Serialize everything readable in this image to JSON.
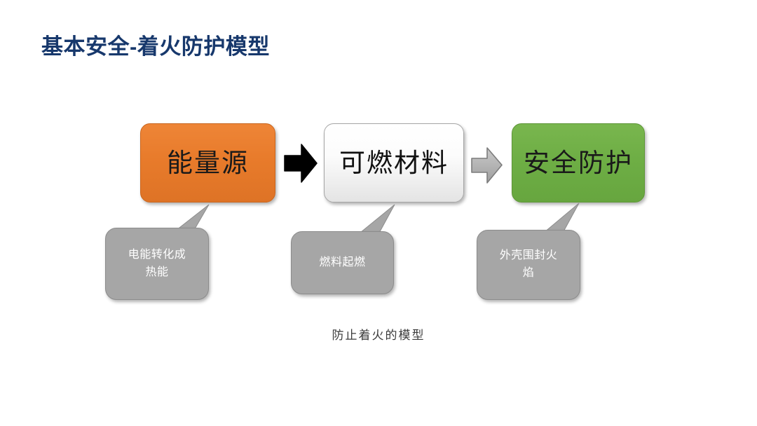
{
  "slide": {
    "title": "基本安全-着火防护模型",
    "title_color": "#17386C",
    "background_color": "#FFFFFF",
    "caption": "防止着火的模型"
  },
  "flow": {
    "boxes": [
      {
        "id": "energy",
        "label": "能量源",
        "fill_color": "#E87B2B",
        "text_color": "#1A1A1A"
      },
      {
        "id": "material",
        "label": "可燃材料",
        "fill_color": "#FFFFFF",
        "text_color": "#111111"
      },
      {
        "id": "protection",
        "label": "安全防护",
        "fill_color": "#6EAE45",
        "text_color": "#1A1A1A"
      }
    ],
    "arrows": [
      {
        "id": "arrow-1",
        "icon": "right-arrow-icon",
        "color": "#000000"
      },
      {
        "id": "arrow-2",
        "icon": "right-arrow-icon",
        "color": "#A6A6A6"
      }
    ]
  },
  "callouts": [
    {
      "id": "callout-1",
      "lines": [
        "电能转化成",
        "热能"
      ],
      "fill_color": "#A6A6A6",
      "text_color": "#FFFFFF"
    },
    {
      "id": "callout-2",
      "lines": [
        "燃料起燃"
      ],
      "fill_color": "#A6A6A6",
      "text_color": "#FFFFFF"
    },
    {
      "id": "callout-3",
      "lines": [
        "外壳围封火",
        "焰"
      ],
      "fill_color": "#A6A6A6",
      "text_color": "#FFFFFF"
    }
  ]
}
